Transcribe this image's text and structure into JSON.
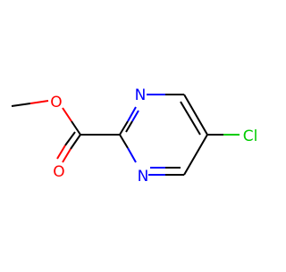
{
  "molecule": {
    "atoms": {
      "O_ether": {
        "symbol": "O",
        "color": "#ff0000"
      },
      "O_carbonyl": {
        "symbol": "O",
        "color": "#ff0000"
      },
      "N_top": {
        "symbol": "N",
        "color": "#0000ff"
      },
      "N_bottom": {
        "symbol": "N",
        "color": "#0000ff"
      },
      "Cl": {
        "symbol": "Cl",
        "color": "#00cc00"
      }
    },
    "bond_color": "#000000"
  }
}
